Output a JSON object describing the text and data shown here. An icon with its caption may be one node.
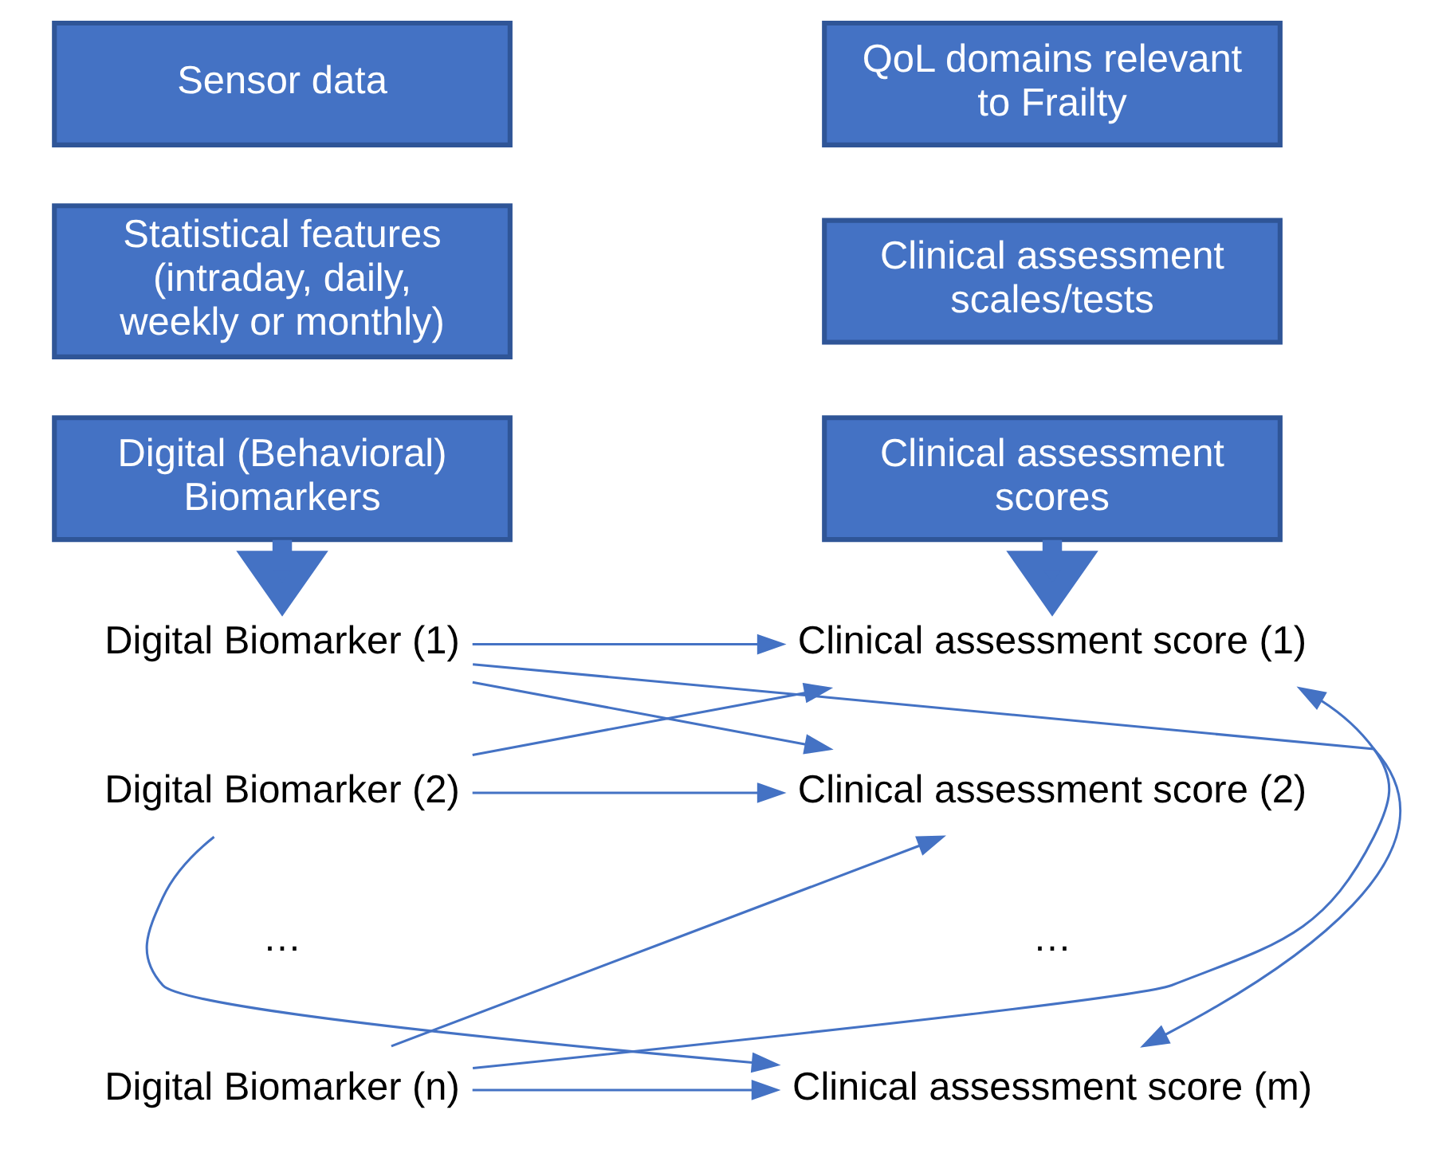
{
  "diagram": {
    "nodes": [
      {
        "text": [
          "Sensor data"
        ]
      },
      {
        "text": [
          "Statistical features (intraday, daily, weekly or monthly)"
        ]
      },
      {
        "text": [
          "Digital (Behavioral) Biomarkers"
        ]
      },
      {
        "text": [
          "QoL domains relevant to Frailty"
        ]
      },
      {
        "text": [
          "Clinical assessment scales/tests"
        ]
      },
      {
        "text": [
          "Clinical assessment scores"
        ]
      },
      {
        "text": [
          "Digital Biomarker (1)"
        ]
      },
      {
        "text": [
          "Digital Biomarker (2)"
        ]
      },
      {
        "text": [
          "Digital Biomarker (n)"
        ]
      },
      {
        "text": [
          "Clinical assessment score (1)"
        ]
      },
      {
        "text": [
          "Clinical assessment score (2)"
        ]
      },
      {
        "text": [
          "Clinical assessment score (m)"
        ]
      }
    ],
    "edges": [
      {
        "from": 2,
        "to": 6,
        "arrow": "to",
        "style": "thick"
      },
      {
        "from": 5,
        "to": 9,
        "arrow": "to",
        "style": "thick"
      },
      {
        "from": 6,
        "to": 9,
        "arrow": "to"
      },
      {
        "from": 6,
        "to": 10,
        "arrow": "to"
      },
      {
        "from": 6,
        "to": 11,
        "arrow": "to"
      },
      {
        "from": 7,
        "to": 9,
        "arrow": "to"
      },
      {
        "from": 7,
        "to": 10,
        "arrow": "to"
      },
      {
        "from": 7,
        "to": 11,
        "arrow": "to"
      },
      {
        "from": 8,
        "to": 9,
        "arrow": "to"
      },
      {
        "from": 8,
        "to": 10,
        "arrow": "to"
      },
      {
        "from": 8,
        "to": 11,
        "arrow": "to"
      }
    ],
    "labels": [
      "…",
      "…"
    ]
  }
}
